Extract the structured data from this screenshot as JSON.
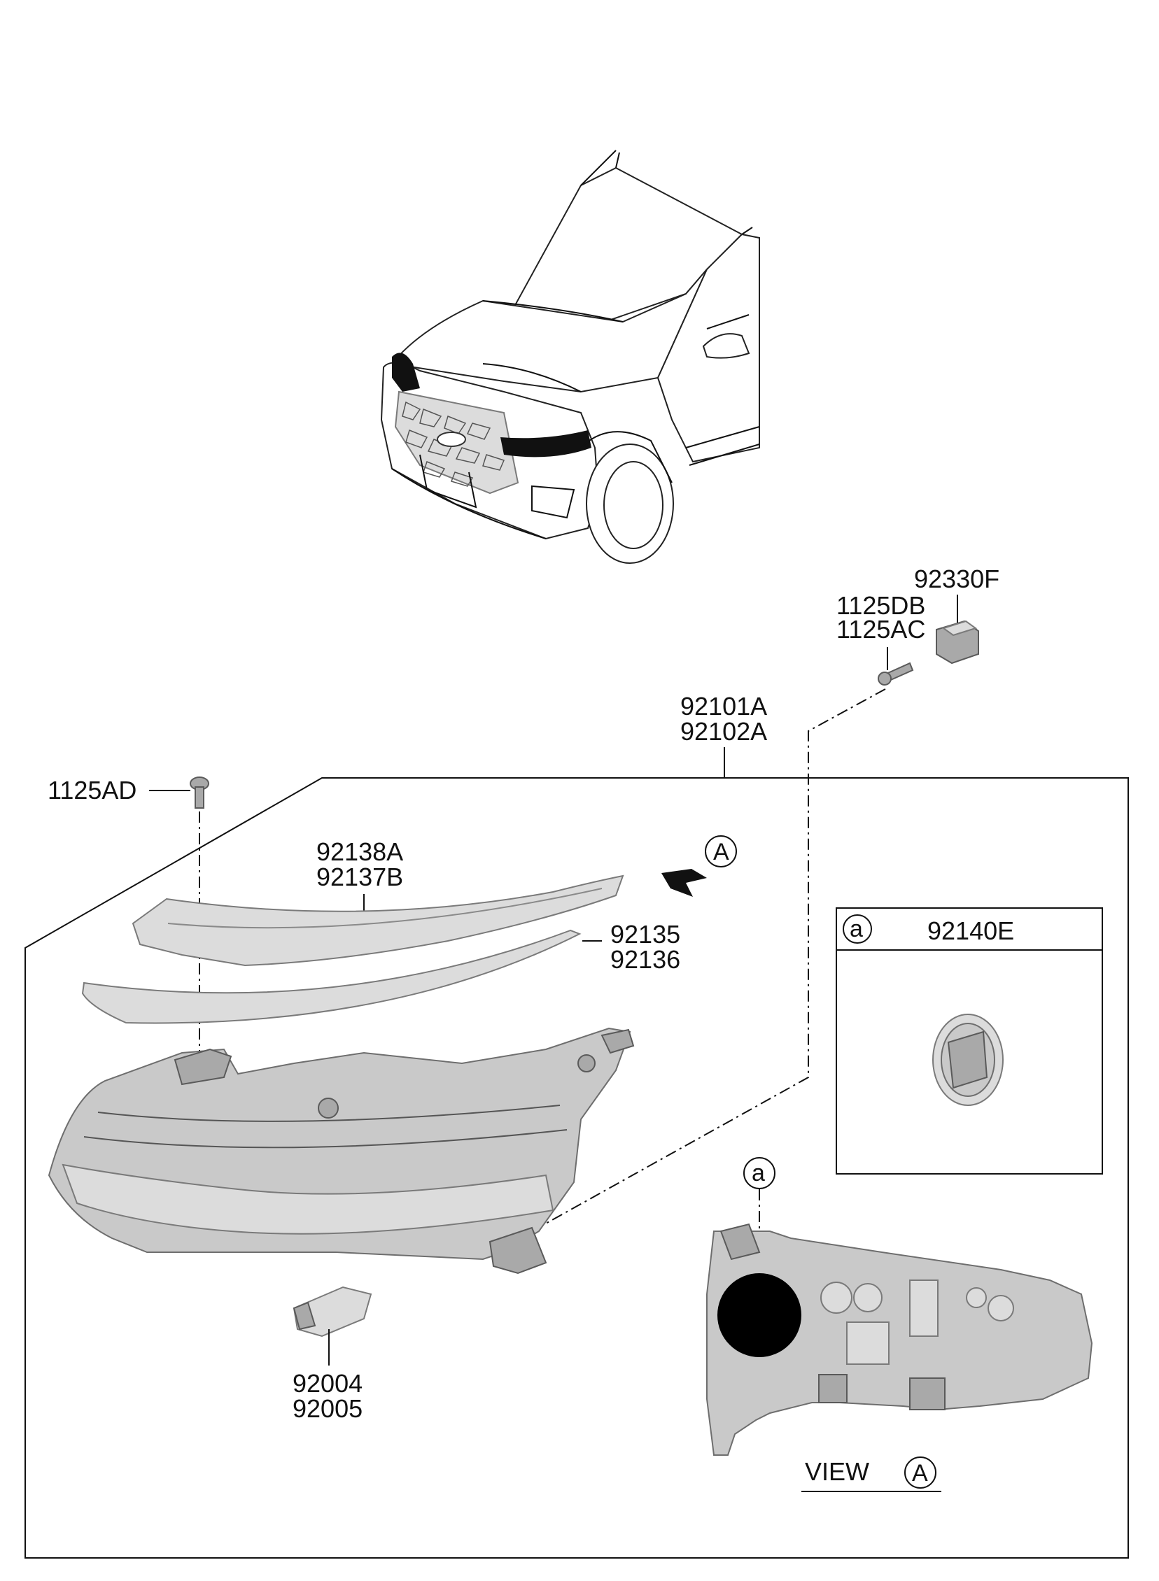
{
  "callouts": {
    "p92330F": "92330F",
    "p1125DB": "1125DB",
    "p1125AC": "1125AC",
    "p92101A": "92101A",
    "p92102A": "92102A",
    "p1125AD": "1125AD",
    "p92138A": "92138A",
    "p92137B": "92137B",
    "p92135": "92135",
    "p92136": "92136",
    "p92004": "92004",
    "p92005": "92005"
  },
  "view_marker": "A",
  "detail_box": {
    "marker": "a",
    "part": "92140E"
  },
  "view_circle": "a",
  "view_label": {
    "text": "VIEW",
    "marker": "A"
  }
}
